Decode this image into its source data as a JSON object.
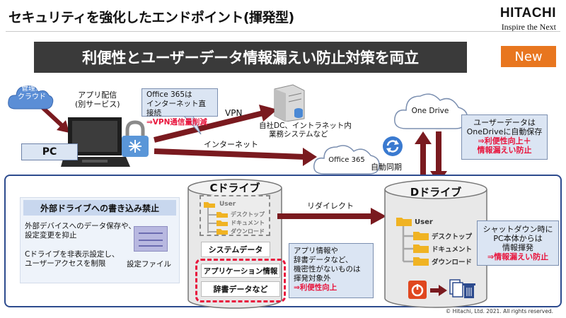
{
  "header": {
    "title": "セキュリティを強化したエンドポイント(揮発型)",
    "logo_name": "HITACHI",
    "logo_tagline": "Inspire the Next"
  },
  "banner": {
    "text": "利便性とユーザーデータ情報漏えい防止対策を両立",
    "badge": "New"
  },
  "top": {
    "mgmt_cloud": [
      "管理系",
      "クラウド"
    ],
    "app_delivery": [
      "アプリ配信",
      "(別サービス)"
    ],
    "pc_label": "PC",
    "office_callout": {
      "line1": "Office 365は",
      "line2": "インターネット直接続",
      "line3": "⇒VPN通信量削減"
    },
    "vpn_label": "VPN",
    "internet_label": "インターネット",
    "datacenter_label": [
      "自社DC、イントラネット内",
      "業務システムなど"
    ],
    "office365_cloud": "Office 365",
    "onedrive_cloud": "One Drive",
    "auto_sync": "自動同期",
    "onedrive_callout": {
      "line1": "ユーザーデータは",
      "line2": "OneDriveに自動保存",
      "line3": "⇒利便性向上＋",
      "line4": "情報漏えい防止"
    }
  },
  "policy": {
    "heading": "外部ドライブへの書き込み禁止",
    "item1": [
      "外部デバイスへのデータ保存や、",
      "設定変更を抑止"
    ],
    "item2": [
      "Cドライブを非表示設定し、",
      "ユーザーアクセスを制限"
    ],
    "settings_file": "設定ファイル"
  },
  "c_drive": {
    "label": "Cドライブ",
    "folders": {
      "root": "User",
      "desktop": "デスクトップ",
      "documents": "ドキュメント",
      "downloads": "ダウンロード"
    },
    "system_data": "システムデータ",
    "app_info": "アプリケーション情報",
    "dictionary": "辞書データなど"
  },
  "redirect_label": "リダイレクト",
  "app_callout": {
    "line1": "アプリ情報や",
    "line2": "辞書データなど、",
    "line3": "機密性がないものは",
    "line4": "揮発対象外",
    "line5": "⇒利便性向上"
  },
  "d_drive": {
    "label": "Dドライブ",
    "folders": {
      "root": "User",
      "desktop": "デスクトップ",
      "documents": "ドキュメント",
      "downloads": "ダウンロード"
    }
  },
  "shutdown_callout": {
    "line1": "シャットダウン時に",
    "line2": "PC本体からは",
    "line3": "情報揮発",
    "line4": "⇒情報漏えい防止"
  },
  "copyright": "© Hitachi, Ltd. 2021. All rights reserved.",
  "colors": {
    "navy": "#2d4b8e",
    "maroon": "#7a1a1f",
    "red_text": "#e8143c",
    "orange": "#e8761f",
    "folder": "#f0b323"
  }
}
